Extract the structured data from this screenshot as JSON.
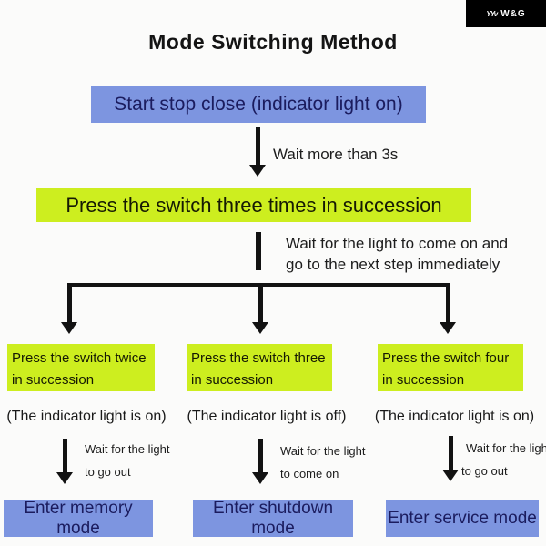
{
  "page": {
    "bg": "#fbfbfa"
  },
  "colors": {
    "blue": "#7d95e0",
    "green": "#cdee1f",
    "navy": "#1b1c5e",
    "badge": "#000000",
    "bg": "#fbfbfa"
  },
  "brand": {
    "marks": "YYv",
    "name": "W&G"
  },
  "title": "Mode Switching Method",
  "flow": {
    "start_box": "Start stop close (indicator light on)",
    "arrow1_label": "Wait more than 3s",
    "step2_box": "Press the switch three times in succession",
    "arrow2_label_line1": "Wait for the light to come on and",
    "arrow2_label_line2": "go to the next step immediately",
    "branches": [
      {
        "action_line1": "Press the switch twice",
        "action_line2": "in succession",
        "indicator": "(The indicator light is on)",
        "wait_line1": "Wait for the light",
        "wait_line2": "to go out",
        "result": "Enter memory mode"
      },
      {
        "action_line1": "Press the switch three",
        "action_line2": "in succession",
        "indicator": "(The indicator light is off)",
        "wait_line1": "Wait for the light",
        "wait_line2": "to come on",
        "result": "Enter shutdown mode"
      },
      {
        "action_line1": "Press the switch four",
        "action_line2": "in succession",
        "indicator": "(The indicator light is on)",
        "wait_line1": "Wait for the light",
        "wait_line2": "to go out",
        "result": "Enter service mode"
      }
    ]
  }
}
